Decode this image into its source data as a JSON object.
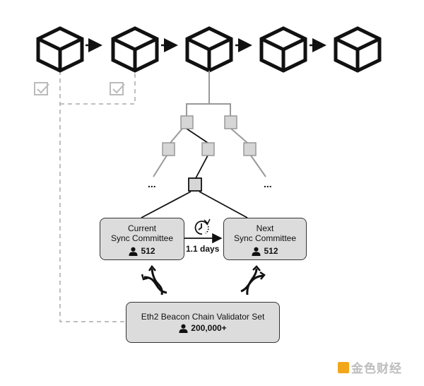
{
  "chain": {
    "blocks": [
      "block-1",
      "block-2",
      "block-3",
      "block-4",
      "block-5"
    ],
    "finalized_checks": 2
  },
  "tree": {
    "ellipsis_left": "...",
    "ellipsis_right": "..."
  },
  "current_committee": {
    "title_line1": "Current",
    "title_line2": "Sync Committee",
    "count": "512"
  },
  "next_committee": {
    "title_line1": "Next",
    "title_line2": "Sync Committee",
    "count": "512"
  },
  "rotation": {
    "period": "1.1 days",
    "icon": "clock-rotate-icon"
  },
  "validator_set": {
    "title": "Eth2 Beacon Chain Validator Set",
    "count": "200,000+"
  },
  "watermark": {
    "text": "金色财经"
  },
  "colors": {
    "stroke_dark": "#111111",
    "stroke_gray": "#999999",
    "node_fill": "#d6d6d6",
    "box_fill": "#dcdcdc",
    "check_gray": "#bbbbbb",
    "watermark_accent": "#f2a619"
  }
}
